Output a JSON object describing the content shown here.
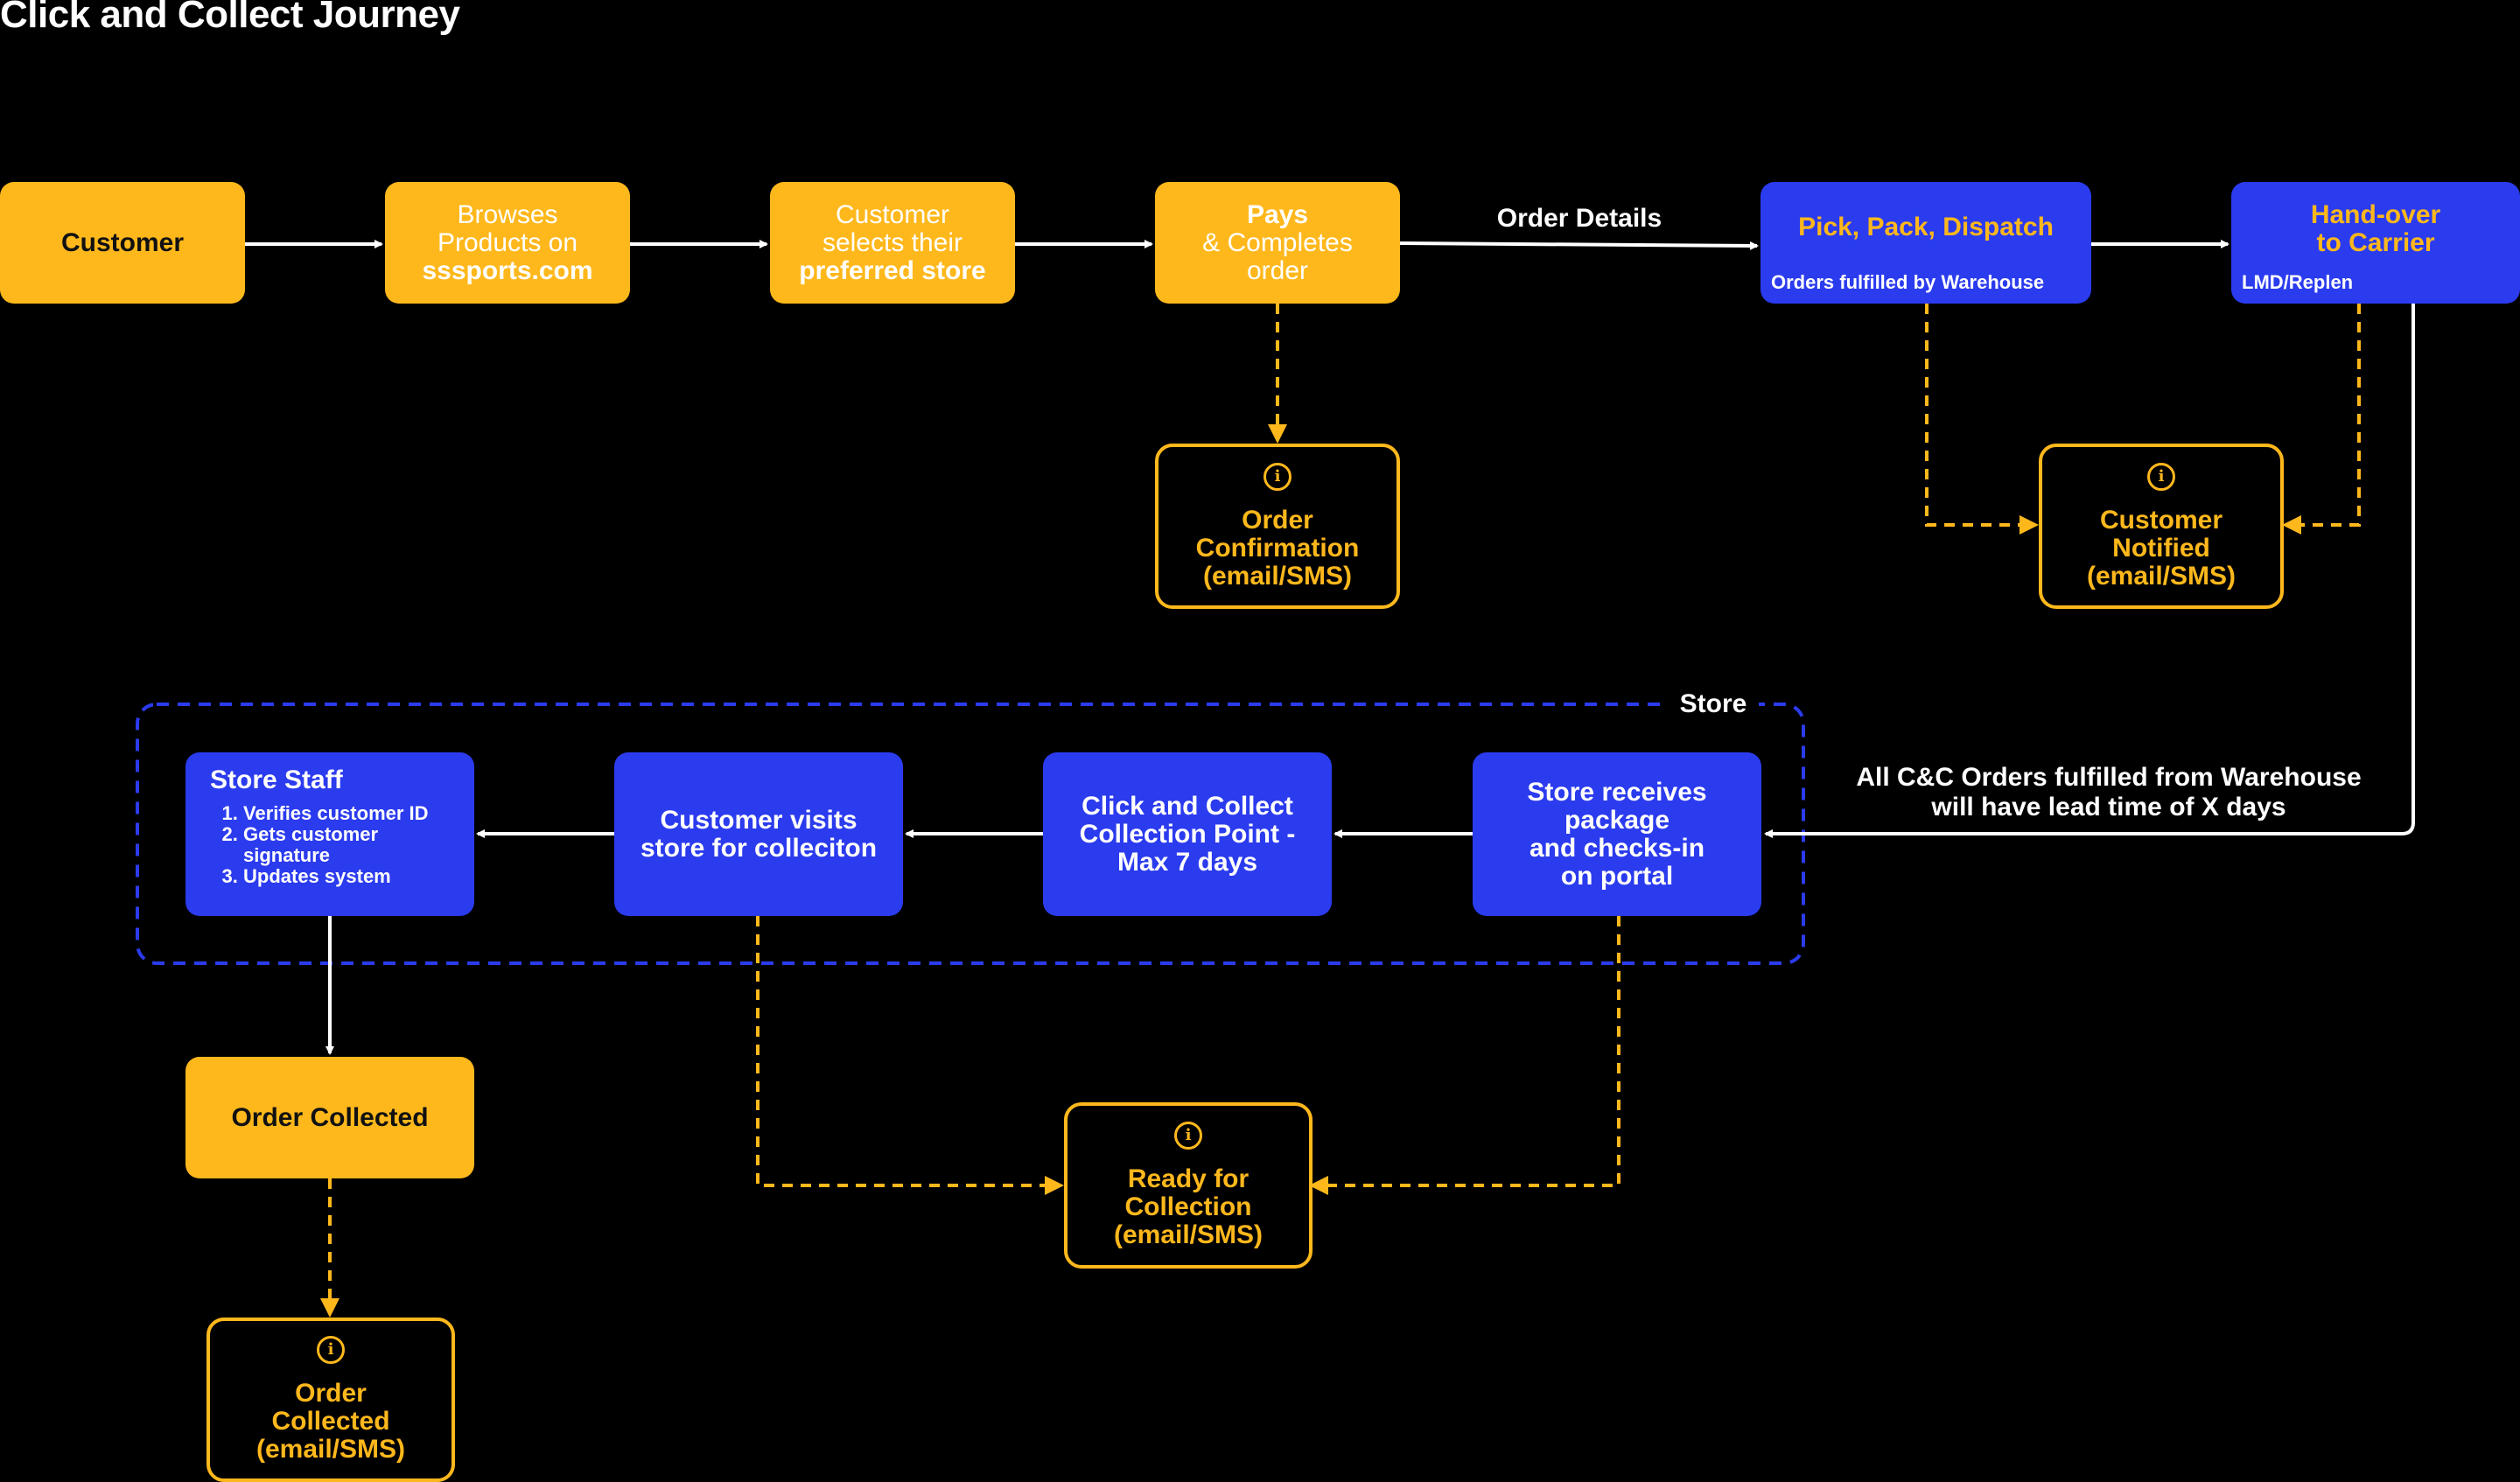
{
  "title": "Click and Collect Journey",
  "colors": {
    "primary_yellow": "#FFB81C",
    "primary_blue": "#2B3BEE",
    "background": "#000000"
  },
  "nodes": {
    "customer": "Customer",
    "browses": [
      "Browses",
      "Products on",
      "sssports.com"
    ],
    "selects": [
      "Customer",
      "selects their",
      "preferred store"
    ],
    "pays": [
      "Pays",
      "& Completes",
      "order"
    ],
    "pick": {
      "title": "Pick, Pack, Dispatch",
      "sub": "Orders fulfilled by Warehouse"
    },
    "handover": {
      "title": [
        "Hand-over",
        "to Carrier"
      ],
      "sub": "LMD/Replen"
    },
    "store_receives": [
      "Store receives",
      "package",
      "and checks-in",
      "on portal"
    ],
    "collection_point": [
      "Click and Collect",
      "Collection Point -",
      "Max 7 days"
    ],
    "customer_visits": [
      "Customer visits",
      "store for colleciton"
    ],
    "store_staff": {
      "title": "Store Staff",
      "steps": [
        "Verifies customer ID",
        "Gets customer signature",
        "Updates system"
      ]
    },
    "order_collected": "Order Collected"
  },
  "notifications": {
    "order_confirmation": [
      "Order",
      "Confirmation",
      "(email/SMS)"
    ],
    "customer_notified": [
      "Customer",
      "Notified",
      "(email/SMS)"
    ],
    "ready_for_collection": [
      "Ready for",
      "Collection",
      "(email/SMS)"
    ],
    "order_collected": [
      "Order",
      "Collected",
      "(email/SMS)"
    ]
  },
  "info_icon": "info-circle",
  "labels": {
    "order_details": "Order Details",
    "store_group": "Store",
    "lead_time": [
      "All C&C Orders fulfilled from Warehouse",
      "will have lead time of X days"
    ]
  }
}
